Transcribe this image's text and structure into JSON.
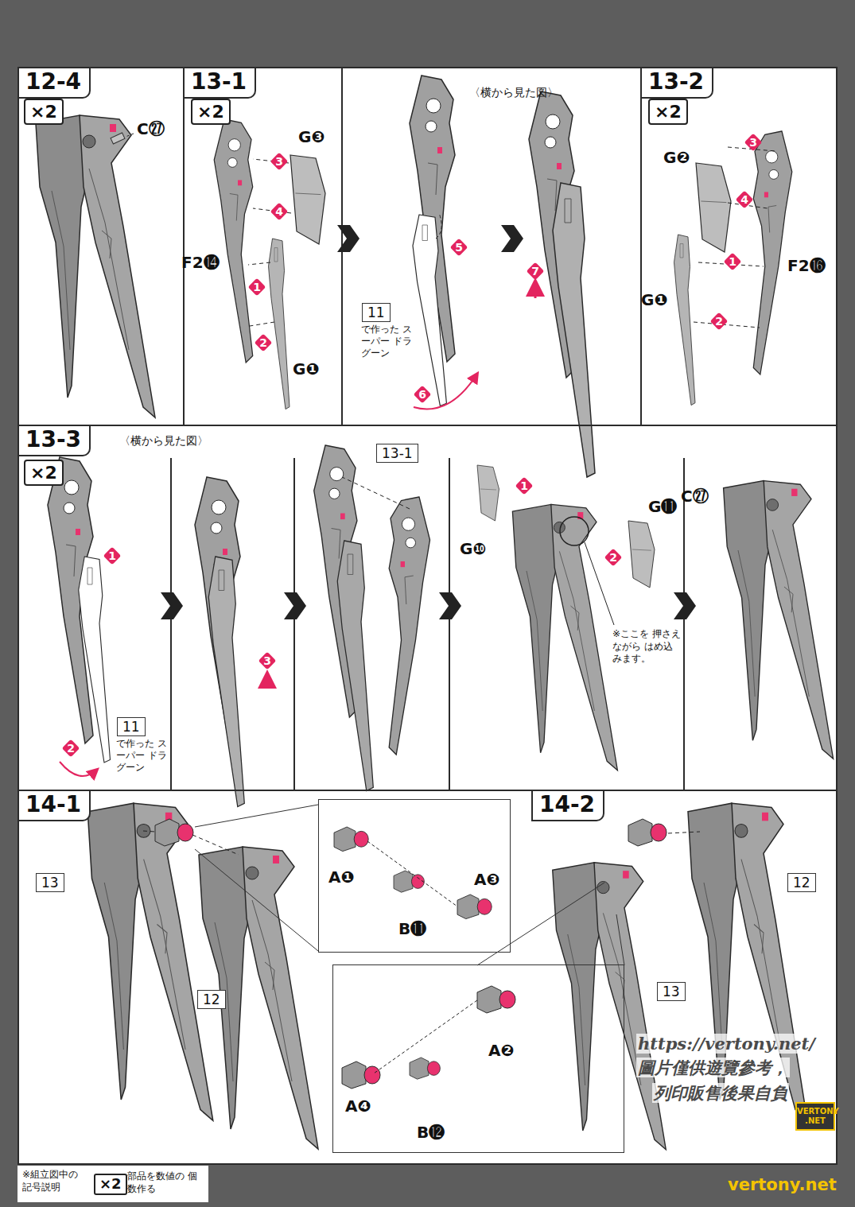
{
  "diagram": {
    "nodes": [
      {
        "text": [
          "12-4"
        ]
      },
      {
        "text": [
          "×2"
        ],
        "in": 0
      },
      {
        "text": [
          "13-1"
        ]
      },
      {
        "text": [
          "×2"
        ],
        "in": 2
      },
      {
        "text": [
          "11",
          "で作った スーパー ドラグーン"
        ],
        "in": 2
      },
      {
        "text": [
          "13-2"
        ]
      },
      {
        "text": [
          "×2"
        ],
        "in": 5
      },
      {
        "text": [
          "13-3"
        ]
      },
      {
        "text": [
          "×2"
        ],
        "in": 7
      },
      {
        "text": [
          "11",
          "で作った スーパー ドラグーン"
        ],
        "in": 7
      },
      {
        "text": [
          "13-1"
        ],
        "in": 7
      },
      {
        "text": [
          "14-1"
        ]
      },
      {
        "text": [
          "13"
        ],
        "in": 11
      },
      {
        "text": [
          "12"
        ],
        "in": 11
      },
      {
        "text": [
          "A❶",
          "B⓫",
          "A❸"
        ],
        "in": 11
      },
      {
        "text": [
          "14-2"
        ]
      },
      {
        "text": [
          "12"
        ],
        "in": 15
      },
      {
        "text": [
          "13"
        ],
        "in": 15
      },
      {
        "text": [
          "A❷",
          "A❹",
          "B⓬"
        ]
      },
      {
        "text": [
          "×2"
        ]
      }
    ],
    "labels": [
      "C㉗",
      "G❸",
      "3",
      "4",
      "F2⓮",
      "1",
      "2",
      "G❶",
      "〈横から見た図〉",
      "5",
      "6",
      "7",
      "G❷",
      "3",
      "4",
      "1",
      "F2⓰",
      "G❶",
      "2",
      "〈横から見た図〉",
      "1",
      "2",
      "3",
      "1",
      "G⓫",
      "2",
      "G❿",
      "※ここを 押さえながら はめ込みます。",
      "C㉗",
      "https://vertony.net/",
      "圖片僅供遊覽參考，",
      "列印販售後果自負",
      "VERTONY .NET",
      "※組立図中の 記号説明",
      "部品を数値の 個数作る",
      "vertony.net"
    ]
  }
}
